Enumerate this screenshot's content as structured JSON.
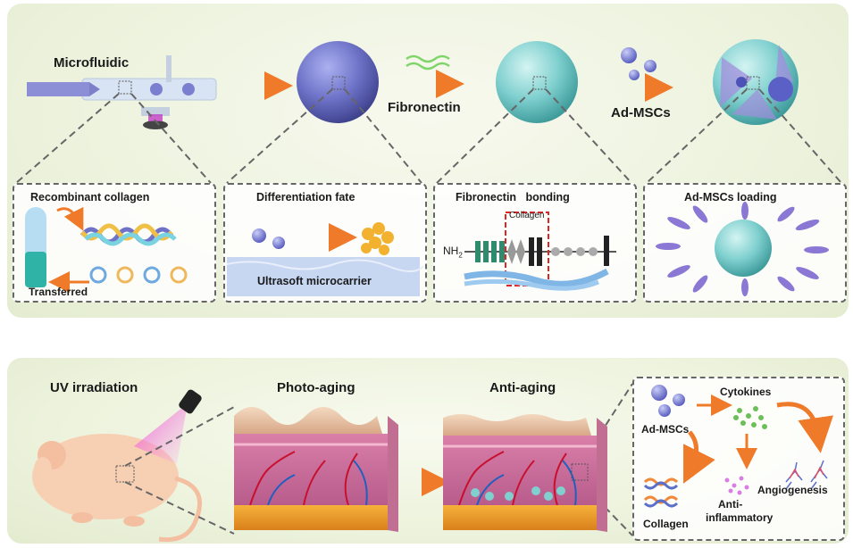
{
  "top": {
    "microfluidic": "Microfluidic",
    "fibronectin": "Fibronectin",
    "ad_mscs": "Ad-MSCs",
    "boxes": {
      "recombinant_collagen": "Recombinant collagen",
      "transferred": "Transferred",
      "differentiation_fate": "Differentiation fate",
      "ultrasoft_microcarrier": "Ultrasoft microcarrier",
      "fibronectin_bonding": "Fibronectin   bonding",
      "collagen_tag": "Collagen",
      "nh2": "NH",
      "nh2_sub": "2",
      "ad_mscs_loading": "Ad-MSCs loading"
    }
  },
  "bottom": {
    "uv_irradiation": "UV irradiation",
    "photo_aging": "Photo-aging",
    "anti_aging": "Anti-aging",
    "inset": {
      "ad_mscs": "Ad-MSCs",
      "cytokines": "Cytokines",
      "collagen": "Collagen",
      "anti": "Anti-",
      "inflammatory": "inflammatory",
      "angiogenesis": "Angiogenesis"
    }
  },
  "colors": {
    "arrow": "#f08a3c",
    "sphere_purple": "#6f73c8",
    "sphere_teal": "#7fd0cf",
    "dashed": "#666666",
    "collagen_red": "#e02424"
  }
}
